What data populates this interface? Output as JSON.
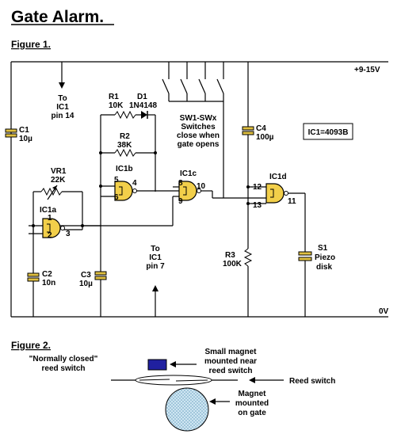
{
  "title": "Gate Alarm.",
  "figure1": {
    "label": "Figure 1.",
    "supply_pos": "+9-15V",
    "supply_gnd": "0V",
    "to_ic1_pin14": [
      "To",
      "IC1",
      "pin 14"
    ],
    "to_ic1_pin7": [
      "To",
      "IC1",
      "pin 7"
    ],
    "c1": [
      "C1",
      "10µ"
    ],
    "c2": [
      "C2",
      "10n"
    ],
    "c3": [
      "C3",
      "10µ"
    ],
    "c4": [
      "C4",
      "100µ"
    ],
    "r1": [
      "R1",
      "10K"
    ],
    "d1": [
      "D1",
      "1N4148"
    ],
    "r2": [
      "R2",
      "38K"
    ],
    "r3": [
      "R3",
      "100K"
    ],
    "vr1": [
      "VR1",
      "22K"
    ],
    "switches": [
      "SW1-SWx",
      "Switches",
      "close when",
      "gate opens"
    ],
    "ic_type": "IC1=4093B",
    "s1": [
      "S1",
      "Piezo",
      "disk"
    ],
    "gates": {
      "a": {
        "name": "IC1a",
        "in1": "1",
        "in2": "2",
        "out": "3"
      },
      "b": {
        "name": "IC1b",
        "in1": "5",
        "in2": "6",
        "out": "4"
      },
      "c": {
        "name": "IC1c",
        "in1": "8",
        "in2": "9",
        "out": "10"
      },
      "d": {
        "name": "IC1d",
        "in1": "12",
        "in2": "13",
        "out": "11"
      }
    }
  },
  "figure2": {
    "label": "Figure 2.",
    "nc_reed": [
      "\"Normally closed\"",
      "reed switch"
    ],
    "small_magnet": [
      "Small magnet",
      "mounted near",
      "reed switch"
    ],
    "reed_switch": "Reed switch",
    "magnet_gate": [
      "Magnet",
      "mounted",
      "on gate"
    ]
  },
  "colors": {
    "capacitor": "#e0c040",
    "gate_fill": "#f2cf4a",
    "small_magnet": "#2020a0",
    "gate_magnet": "#b0d4e8"
  }
}
